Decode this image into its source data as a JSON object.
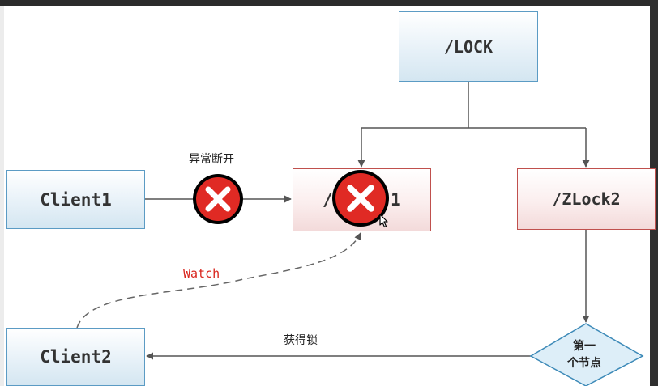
{
  "nodes": {
    "lock": "/LOCK",
    "client1": "Client1",
    "zlock1_visible": "/",
    "zlock1_visible_tail": "1",
    "zlock2": "/ZLock2",
    "client2": "Client2"
  },
  "decision": {
    "line1": "第一",
    "line2": "个节点"
  },
  "edge_labels": {
    "disconnect": "异常断开",
    "watch": "Watch",
    "acquire": "获得锁"
  },
  "icons": [
    "error-x-icon",
    "error-x-icon",
    "mouse-cursor-icon"
  ],
  "colors": {
    "blue_border": "#5b9bc4",
    "red_border": "#c0504d",
    "watch_text": "#d9241c",
    "error_fill": "#e02a24"
  }
}
